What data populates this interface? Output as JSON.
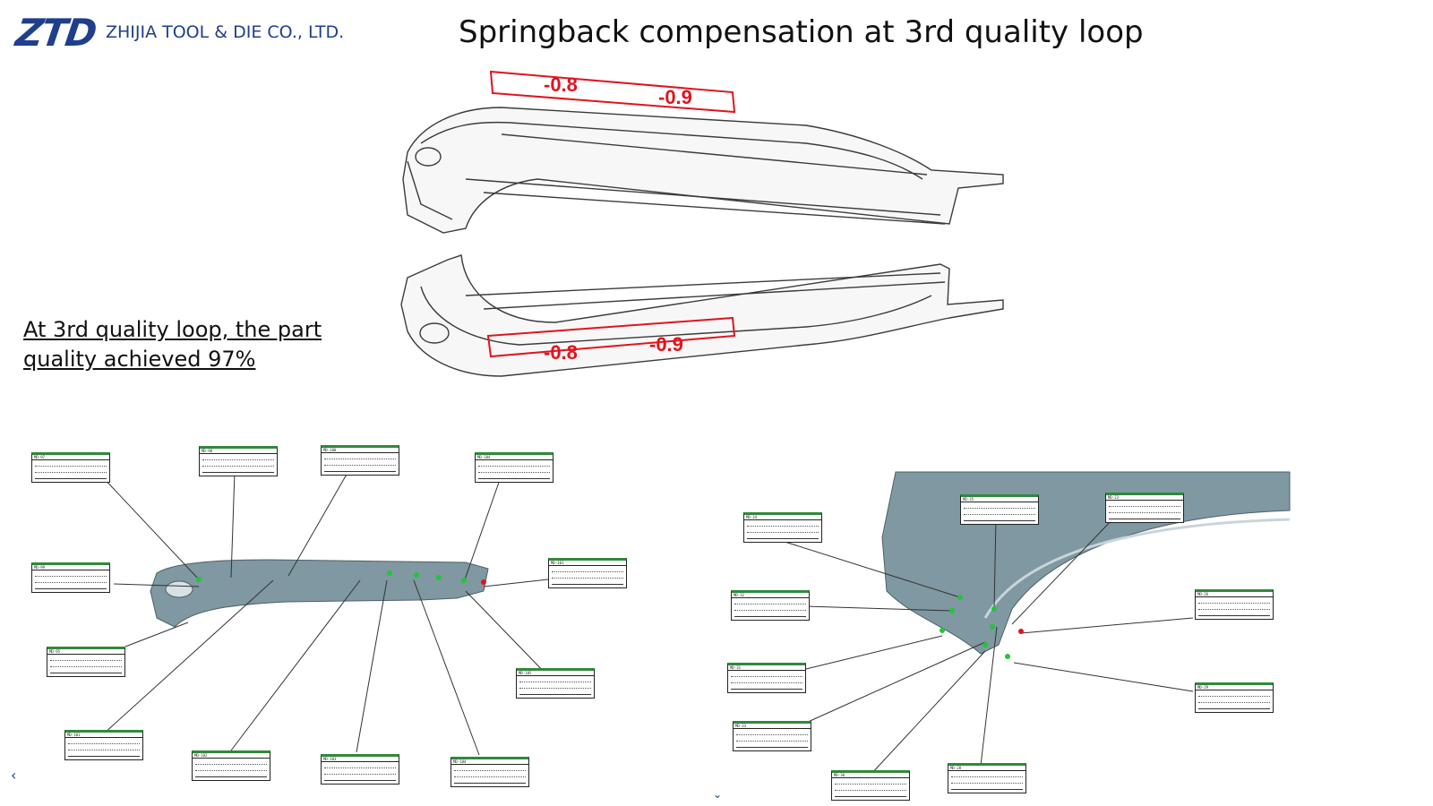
{
  "header": {
    "logo_mark": "ZTD",
    "company_name": "ZHIJIA TOOL & DIE CO., LTD.",
    "title": "Springback compensation at 3rd quality loop"
  },
  "note": {
    "text": "At 3rd quality loop, the part quality achieved 97%"
  },
  "springback_labels": {
    "top": [
      "-0.8",
      "-0.9"
    ],
    "bottom": [
      "-0.8",
      "-0.9"
    ]
  },
  "measurement_points": {
    "left": [
      "MD-97",
      "MD-98",
      "MD-100",
      "MD-104",
      "MD-99",
      "MD-101",
      "MD-95",
      "MD-105",
      "MD-101",
      "MD-102",
      "MD-103",
      "MD-104"
    ],
    "right": [
      "MD-34",
      "MD-35",
      "MD-23",
      "MD-32",
      "MD-26",
      "MD-31",
      "MD-29",
      "MD-33",
      "MD-30",
      "MD-28"
    ]
  },
  "colors": {
    "brand": "#1f3f8c",
    "annotation_red": "#e0141e",
    "ok_point": "#22c53a",
    "ng_point": "#e0141e",
    "part_surface": "#7f98a1"
  },
  "navigation": {
    "prev_icon": "chevron-left-icon",
    "down_icon": "chevron-down-icon"
  }
}
